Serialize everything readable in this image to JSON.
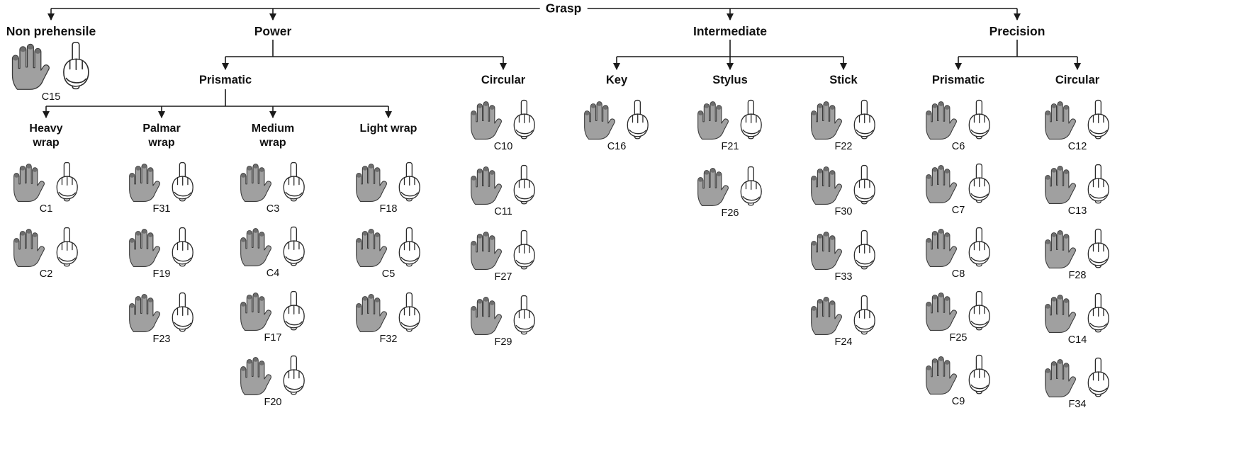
{
  "title": "Grasp",
  "colors": {
    "hand_gray": "#a0a0a0",
    "hand_tip": "#6e6e6e",
    "line": "#1a1a1a",
    "text": "#111111",
    "background": "#ffffff"
  },
  "icons": {
    "contact_hand": "contact-hand-icon",
    "grasping_hand": "grasping-hand-icon"
  },
  "taxonomy": [
    {
      "label": "Non prehensile",
      "items": [
        "C15"
      ]
    },
    {
      "label": "Power",
      "children": [
        {
          "label": "Prismatic",
          "children": [
            {
              "label": "Heavy wrap",
              "items": [
                "C1",
                "C2"
              ]
            },
            {
              "label": "Palmar wrap",
              "items": [
                "F31",
                "F19",
                "F23"
              ]
            },
            {
              "label": "Medium wrap",
              "items": [
                "C3",
                "C4",
                "F17",
                "F20"
              ]
            },
            {
              "label": "Light wrap",
              "items": [
                "F18",
                "C5",
                "F32"
              ]
            }
          ]
        },
        {
          "label": "Circular",
          "items": [
            "C10",
            "C11",
            "F27",
            "F29"
          ]
        }
      ]
    },
    {
      "label": "Intermediate",
      "children": [
        {
          "label": "Key",
          "items": [
            "C16"
          ]
        },
        {
          "label": "Stylus",
          "items": [
            "F21",
            "F26"
          ]
        },
        {
          "label": "Stick",
          "items": [
            "F22",
            "F30",
            "F33",
            "F24"
          ]
        }
      ]
    },
    {
      "label": "Precision",
      "children": [
        {
          "label": "Prismatic",
          "items": [
            "C6",
            "C7",
            "C8",
            "F25",
            "C9"
          ]
        },
        {
          "label": "Circular",
          "items": [
            "C12",
            "C13",
            "F28",
            "C14",
            "F34"
          ]
        }
      ]
    }
  ]
}
